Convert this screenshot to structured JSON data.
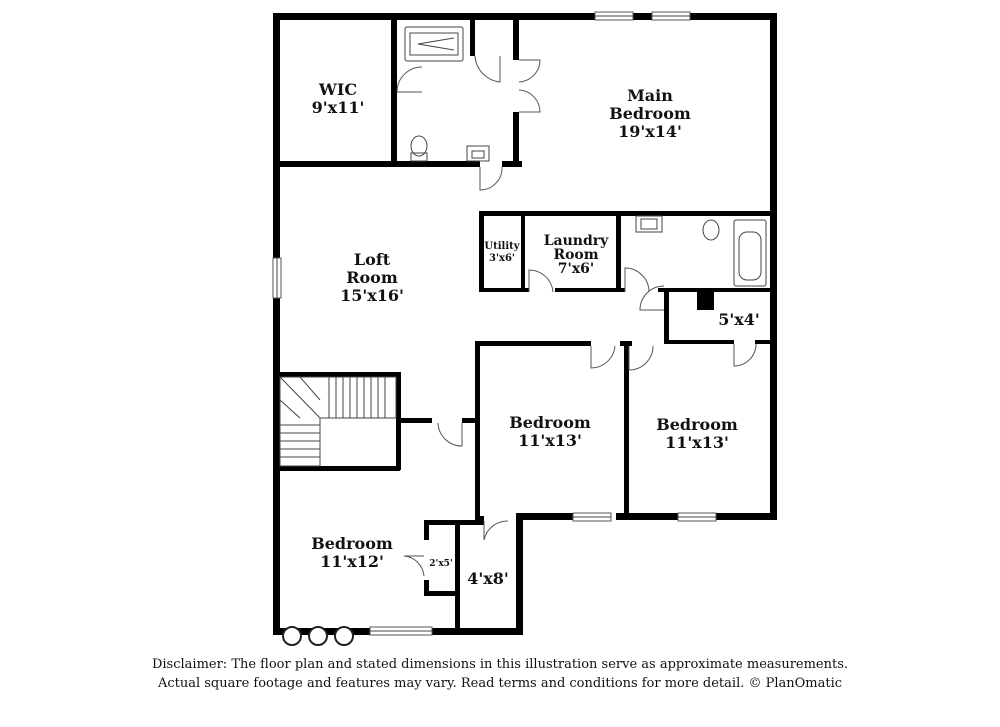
{
  "rooms": {
    "wic": {
      "name": "WIC",
      "size": "9'x11'"
    },
    "main_bedroom": {
      "name_line1": "Main",
      "name_line2": "Bedroom",
      "size": "19'x14'"
    },
    "loft": {
      "name_line1": "Loft",
      "name_line2": "Room",
      "size": "15'x16'"
    },
    "utility": {
      "name": "Utility",
      "size": "3'x6'"
    },
    "laundry": {
      "name_line1": "Laundry",
      "name_line2": "Room",
      "size": "7'x6'"
    },
    "closet_5x4": {
      "size": "5'x4'"
    },
    "bedroom_center": {
      "name": "Bedroom",
      "size": "11'x13'"
    },
    "bedroom_right": {
      "name": "Bedroom",
      "size": "11'x13'"
    },
    "bedroom_lower_left": {
      "name": "Bedroom",
      "size": "11'x12'"
    },
    "closet_2x5": {
      "size": "2'x5'"
    },
    "closet_4x8": {
      "size": "4'x8'"
    }
  },
  "disclaimer": {
    "line1": "Disclaimer: The floor plan and stated dimensions in this illustration serve as approximate measurements.",
    "line2": "Actual square footage and features may vary. Read terms and conditions for more detail. © PlanOmatic"
  }
}
